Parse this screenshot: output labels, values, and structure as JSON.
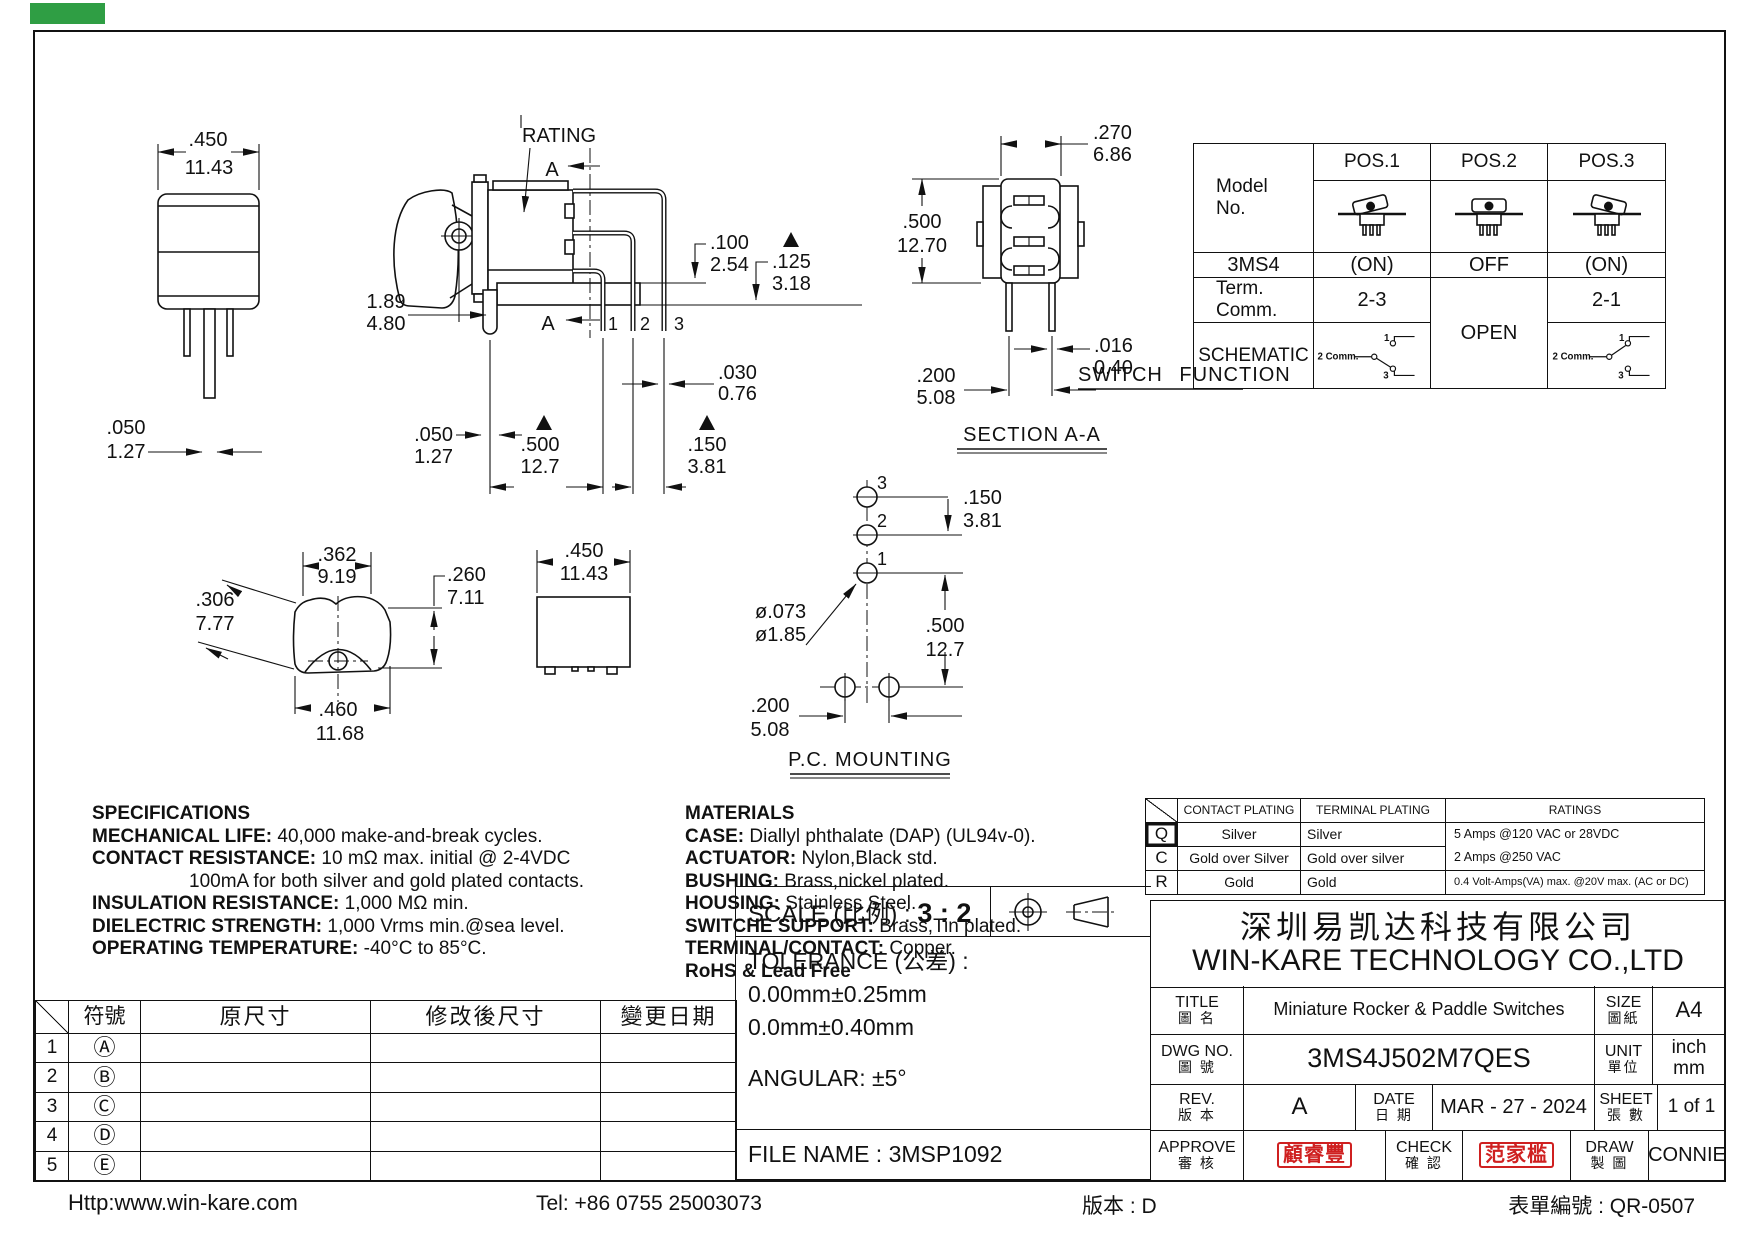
{
  "drawings": {
    "front": {
      "width_in": ".450",
      "width_mm": "11.43",
      "pin_in": ".050",
      "pin_mm": "1.27"
    },
    "side": {
      "rating": "RATING",
      "section_mark": "A",
      "d189_in": "1.89",
      "d189_mm": "4.80",
      "d050_in": ".050",
      "d050_mm": "1.27",
      "d500_in": ".500",
      "d500_mm": "12.7",
      "d150_in": ".150",
      "d150_mm": "3.81",
      "d100_in": ".100",
      "d100_mm": "2.54",
      "d125_in": ".125",
      "d125_mm": "3.18",
      "d030_in": ".030",
      "d030_mm": "0.76",
      "pin1": "1",
      "pin2": "2",
      "pin3": "3"
    },
    "section": {
      "label": "SECTION A-A",
      "d270_in": ".270",
      "d270_mm": "6.86",
      "d500_in": ".500",
      "d500_mm": "12.70",
      "d016_in": ".016",
      "d016_mm": "0.40",
      "d200_in": ".200",
      "d200_mm": "5.08"
    },
    "paddle": {
      "d362_in": ".362",
      "d362_mm": "9.19",
      "d306_in": ".306",
      "d306_mm": "7.77",
      "d260_in": ".260",
      "d260_mm": "7.11",
      "d460_in": ".460",
      "d460_mm": "11.68"
    },
    "base": {
      "d450_in": ".450",
      "d450_mm": "11.43"
    },
    "pcmount": {
      "label": "P.C. MOUNTING",
      "d150_in": ".150",
      "d150_mm": "3.81",
      "dia_in": "ø.073",
      "dia_mm": "ø1.85",
      "d500_in": ".500",
      "d500_mm": "12.7",
      "d200_in": ".200",
      "d200_mm": "5.08",
      "h1": "1",
      "h2": "2",
      "h3": "3"
    }
  },
  "function_table": {
    "caption": "SWITCH  FUNCTION",
    "model_label_1": "Model",
    "model_label_2": "No.",
    "pos1": "POS.1",
    "pos2": "POS.2",
    "pos3": "POS.3",
    "model": "3MS4",
    "state1": "(ON)",
    "state2": "OFF",
    "state3": "(ON)",
    "term_label_1": "Term.",
    "term_label_2": "Comm.",
    "term1": "2-3",
    "term2": "OPEN",
    "term3": "2-1",
    "schematic_label": "SCHEMATIC",
    "comm": "2 Comm.",
    "t1": "1",
    "t3": "3"
  },
  "specifications": {
    "title": "SPECIFICATIONS",
    "l1_label": "MECHANICAL LIFE:",
    "l1_value": "40,000 make-and-break cycles.",
    "l2_label": "CONTACT RESISTANCE:",
    "l2_value": "10 mΩ max. initial @ 2-4VDC",
    "l3_value": "100mA for both silver and gold plated contacts.",
    "l4_label": "INSULATION RESISTANCE:",
    "l4_value": "1,000 MΩ min.",
    "l5_label": "DIELECTRIC STRENGTH:",
    "l5_value": "1,000 Vrms min.@sea level.",
    "l6_label": "OPERATING TEMPERATURE:",
    "l6_value": "-40°C to 85°C."
  },
  "materials": {
    "title": "MATERIALS",
    "l1_label": "CASE:",
    "l1_value": "Diallyl phthalate (DAP) (UL94v-0).",
    "l2_label": "ACTUATOR:",
    "l2_value": "Nylon,Black std.",
    "l3_label": "BUSHING:",
    "l3_value": "Brass,nickel plated.",
    "l4_label": "HOUSING:",
    "l4_value": "Stainless Steel.",
    "l5_label": "SWITCHE SUPPORT:",
    "l5_value": "Brass,Tin plated.",
    "l6_label": "TERMINAL/CONTACT:",
    "l6_value": "Copper.",
    "l7_label": "RoHS & Lead Free"
  },
  "ratings_table": {
    "contact_header": "CONTACT PLATING",
    "terminal_header": "TERMINAL  PLATING",
    "ratings_header": "RATINGS",
    "row_q_key": "Q",
    "row_q_contact": "Silver",
    "row_q_terminal": "Silver",
    "row_c_key": "C",
    "row_c_contact": "Gold over Silver",
    "row_c_terminal": "Gold over silver",
    "row_r_key": "R",
    "row_r_contact": "Gold",
    "row_r_terminal": "Gold",
    "rating_qc_1": "5 Amps @120 VAC or 28VDC",
    "rating_qc_2": "2 Amps @250 VAC",
    "rating_r": "0.4 Volt-Amps(VA) max. @20V max. (AC or DC)"
  },
  "company": {
    "cn": "深圳易凯达科技有限公司",
    "en": "WIN-KARE TECHNOLOGY CO.,LTD"
  },
  "title_block": {
    "title_label": "TITLE",
    "title_label_cn": "圖 名",
    "title_value": "Miniature Rocker & Paddle Switches",
    "size_label": "SIZE",
    "size_label_cn": "圖紙",
    "size_value": "A4",
    "dwg_label": "DWG NO.",
    "dwg_label_cn": "圖 號",
    "dwg_value": "3MS4J502M7QES",
    "unit_label": "UNIT",
    "unit_label_cn": "單位",
    "unit_value_1": "inch",
    "unit_value_2": "mm",
    "rev_label": "REV.",
    "rev_label_cn": "版 本",
    "rev_value": "A",
    "date_label": "DATE",
    "date_label_cn": "日 期",
    "date_value": "MAR - 27 - 2024",
    "sheet_label": "SHEET",
    "sheet_label_cn": "張 數",
    "sheet_value": "1 of 1",
    "approve_label": "APPROVE",
    "approve_label_cn": "審 核",
    "approve_stamp": "顧睿豐",
    "check_label": "CHECK",
    "check_label_cn": "確 認",
    "check_stamp": "范家槛",
    "draw_label": "DRAW",
    "draw_label_cn": "製 圖",
    "draw_value": "CONNIE"
  },
  "scale_block": {
    "scale_label": "SCALE (比例) :",
    "scale_value": "3 : 2",
    "tolerance_label": "TOLERANCE (公差) :",
    "tol1": "0.00mm±0.25mm",
    "tol2": "0.0mm±0.40mm",
    "angular": "ANGULAR: ±5°",
    "file_label": "FILE NAME :",
    "file_value": "3MSP1092"
  },
  "revision_table": {
    "h_symbol": "符號",
    "h_orig": "原尺寸",
    "h_changed": "修改後尺寸",
    "h_date": "變更日期",
    "rows": [
      {
        "no": "1",
        "sym": "Ⓐ"
      },
      {
        "no": "2",
        "sym": "Ⓑ"
      },
      {
        "no": "3",
        "sym": "Ⓒ"
      },
      {
        "no": "4",
        "sym": "Ⓓ"
      },
      {
        "no": "5",
        "sym": "Ⓔ"
      }
    ]
  },
  "footer": {
    "website": "Http:www.win-kare.com",
    "tel": "Tel: +86 0755 25003073",
    "version": "版本  : D",
    "form_no": "表單編號  : QR-0507"
  }
}
